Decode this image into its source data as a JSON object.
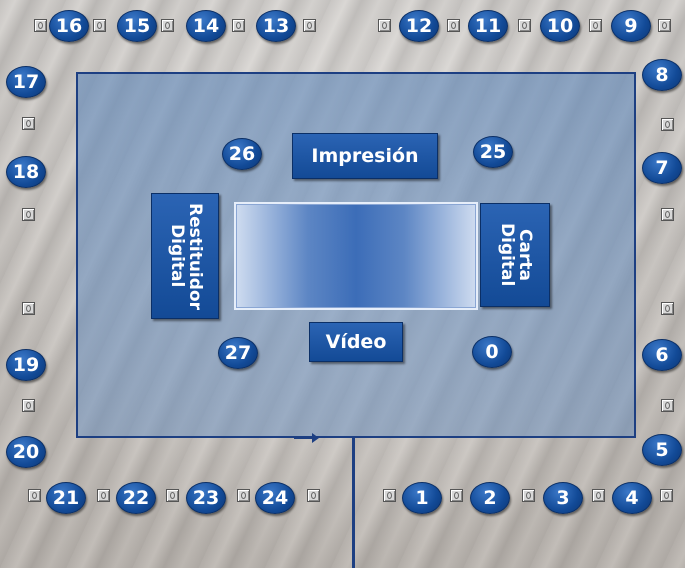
{
  "diagram": {
    "labels": {
      "print": "Impresión",
      "video": "Vídeo",
      "digital_restitutor": "Restituidor Digital",
      "digital_chart": "Carta Digital"
    },
    "badges": {
      "b0": "0",
      "b1": "1",
      "b2": "2",
      "b3": "3",
      "b4": "4",
      "b5": "5",
      "b6": "6",
      "b7": "7",
      "b8": "8",
      "b9": "9",
      "b10": "10",
      "b11": "11",
      "b12": "12",
      "b13": "13",
      "b14": "14",
      "b15": "15",
      "b16": "16",
      "b17": "17",
      "b18": "18",
      "b19": "19",
      "b20": "20",
      "b21": "21",
      "b22": "22",
      "b23": "23",
      "b24": "24",
      "b25": "25",
      "b26": "26",
      "b27": "27"
    },
    "colors": {
      "badge": "#124a97",
      "panel": "#5f87b9",
      "outline": "#1d3f82"
    }
  }
}
